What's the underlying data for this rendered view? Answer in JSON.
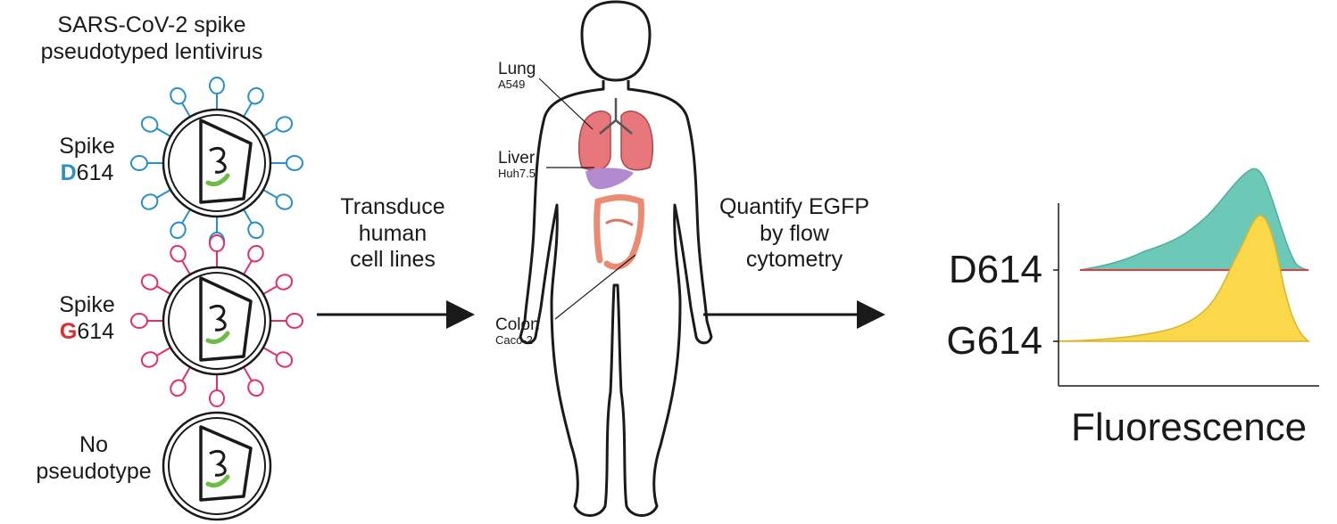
{
  "title_line1": "SARS-CoV-2 spike",
  "title_line2": "pseudotyped lentivirus",
  "virions": [
    {
      "label_word": "Spike",
      "variant_letter": "D",
      "variant_rest": "614",
      "color": "#2a8fc7"
    },
    {
      "label_word": "Spike",
      "variant_letter": "G",
      "variant_rest": "614",
      "color": "#e0306a"
    },
    {
      "label_word": "No",
      "label_line2": "pseudotype",
      "color": "#1a1a1a"
    }
  ],
  "genome_color": "#6cbd45",
  "letter_colors": {
    "D": "#2a8fc7",
    "G": "#e02b2b"
  },
  "step1": {
    "line1": "Transduce",
    "line2": "human",
    "line3": "cell lines"
  },
  "step2": {
    "line1": "Quantify EGFP",
    "line2": "by flow",
    "line3": "cytometry"
  },
  "organs": [
    {
      "organ": "Lung",
      "cell_line": "A549",
      "color": "#e8777c"
    },
    {
      "organ": "Liver",
      "cell_line": "Huh7.5",
      "color": "#b18ad0"
    },
    {
      "organ": "Colon",
      "cell_line": "Caco-2",
      "color": "#ec8a72"
    }
  ],
  "chart_data": {
    "type": "area",
    "xlabel": "Fluorescence",
    "categories": [
      "D614",
      "G614"
    ],
    "series": [
      {
        "name": "D614",
        "color": "#6cc9b8"
      },
      {
        "name": "G614",
        "color": "#fbd74a"
      }
    ]
  }
}
